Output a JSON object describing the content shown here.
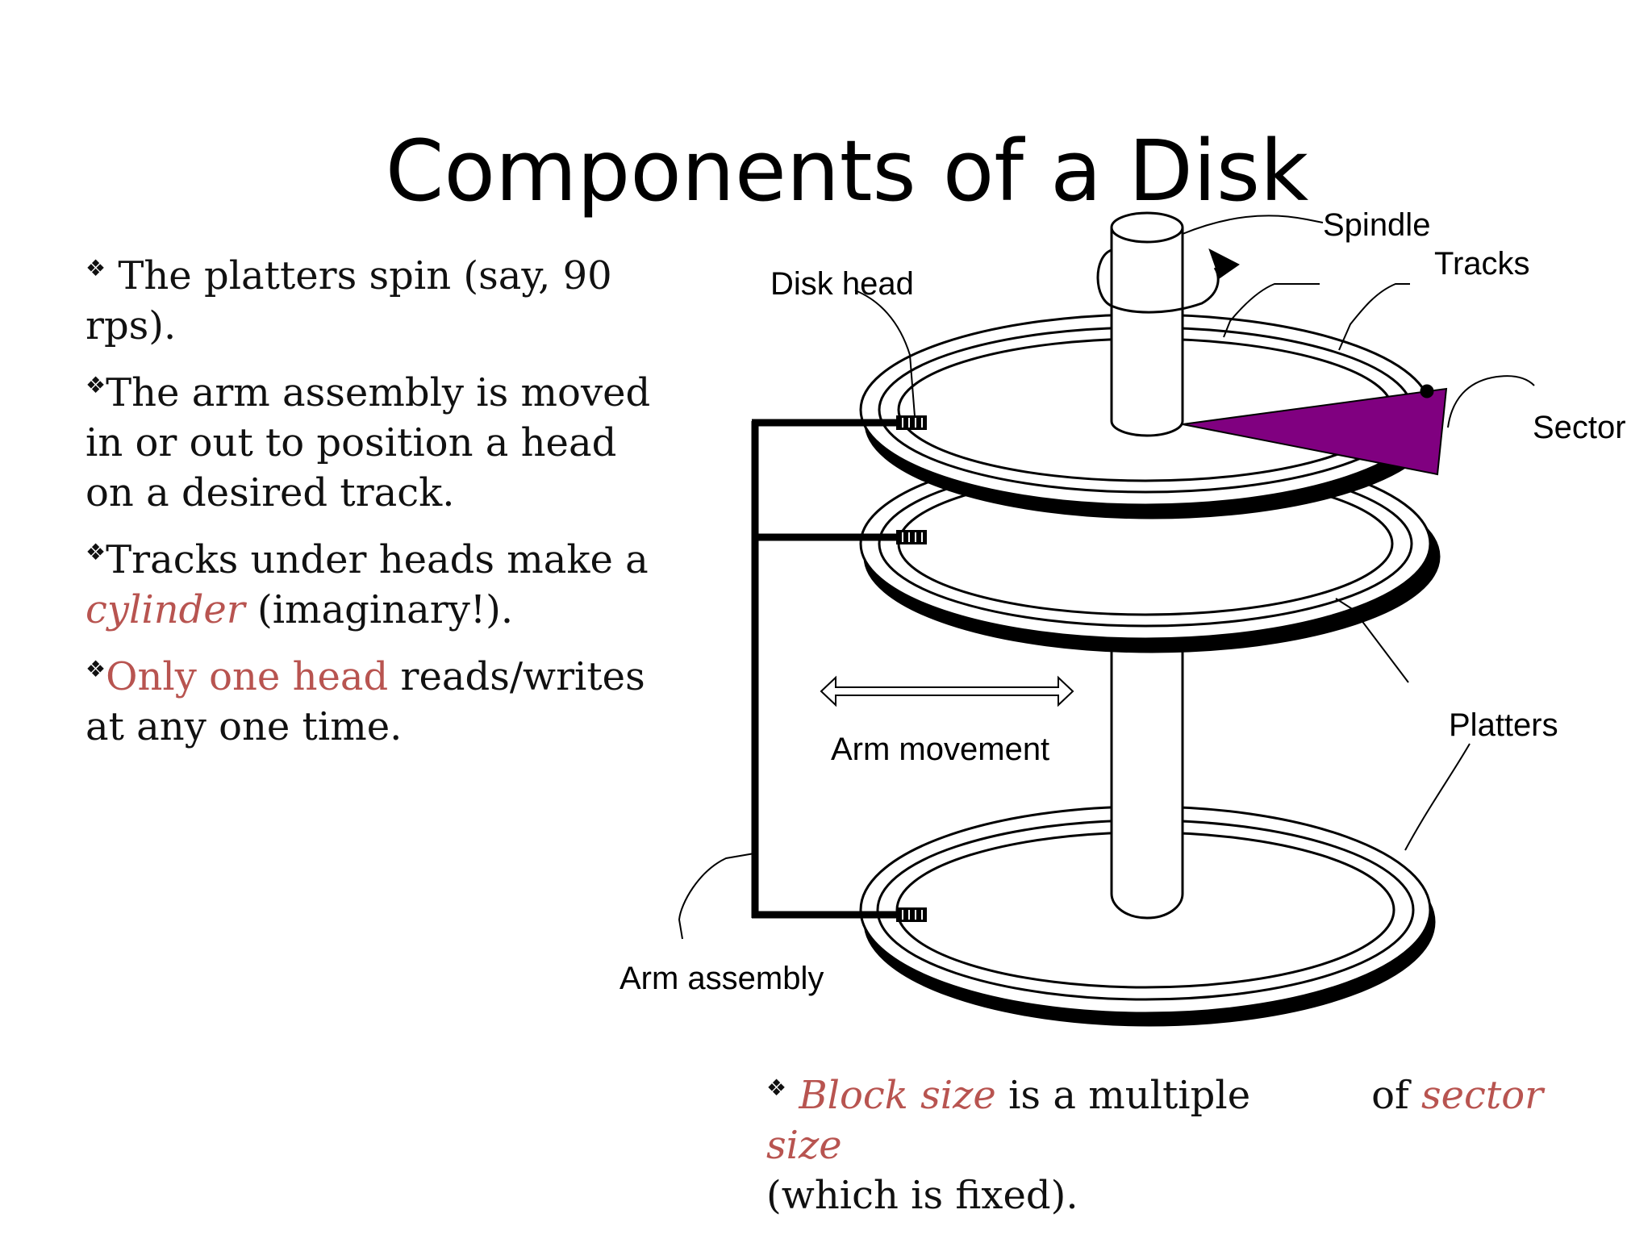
{
  "slide": {
    "title": "Components of a Disk"
  },
  "bullets": [
    {
      "mark": "❖",
      "segments": [
        {
          "text": " The platters spin (say, 90 rps).",
          "style": "plain"
        }
      ]
    },
    {
      "mark": "❖",
      "segments": [
        {
          "text": "The arm assembly is moved in or out to position  a head on a desired track.",
          "style": "plain"
        }
      ]
    },
    {
      "mark": "❖",
      "segments": [
        {
          "text": "Tracks under heads  make a ",
          "style": "plain"
        },
        {
          "text": "cylinder",
          "style": "italic-red"
        },
        {
          "text": " (imaginary!).",
          "style": "plain"
        }
      ]
    },
    {
      "mark": "❖",
      "segments": [
        {
          "text": "Only one head",
          "style": "red"
        },
        {
          "text": " reads/writes at any one time.",
          "style": "plain"
        }
      ]
    }
  ],
  "footnote": {
    "mark": "❖",
    "block_size": "Block size",
    "is_multiple": " is a multiple",
    "of": "of ",
    "sector_size": "sector size",
    "tail": "(which is fixed)."
  },
  "diagram": {
    "labels": {
      "spindle": "Spindle",
      "tracks": "Tracks",
      "disk_head": "Disk head",
      "sector": "Sector",
      "arm_movement": "Arm movement",
      "platters": "Platters",
      "arm_assembly": "Arm assembly"
    },
    "colors": {
      "sector_fill": "#800080",
      "highlight_text": "#b85450"
    }
  }
}
